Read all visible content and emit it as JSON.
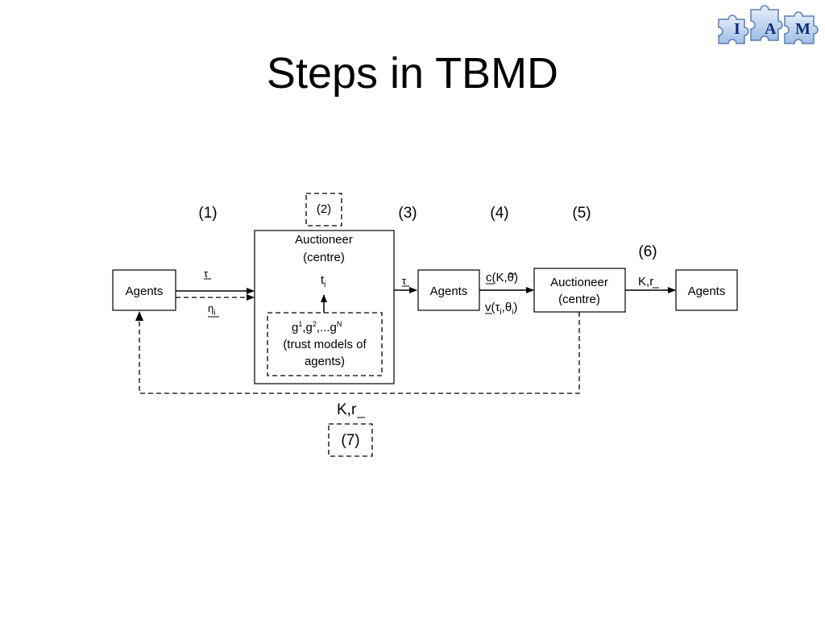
{
  "slide": {
    "title": "Steps in TBMD"
  },
  "logo": {
    "letters": [
      "I",
      "A",
      "M"
    ]
  },
  "diagram": {
    "steps": [
      "(1)",
      "(2)",
      "(3)",
      "(4)",
      "(5)",
      "(6)",
      "(7)"
    ],
    "agents_label": "Agents",
    "auctioneer_label": "Auctioneer",
    "centre_label": "(centre)",
    "trust_models": {
      "g": "g",
      "sup1": "1",
      "sep1": ",g",
      "sup2": "2",
      "sep2": ",...g",
      "supN": "N",
      "line2": "(trust models of",
      "line3": "agents)"
    },
    "tau": "τ",
    "t_i": "t",
    "i_sub": "i",
    "eta": "η",
    "c_label": "c",
    "c_args": "(K,θ)",
    "v_label": "v",
    "v_open": "(τ",
    "v_mid": ",θ",
    "v_close": ")",
    "K_comma": "K,",
    "r_label": "r"
  }
}
